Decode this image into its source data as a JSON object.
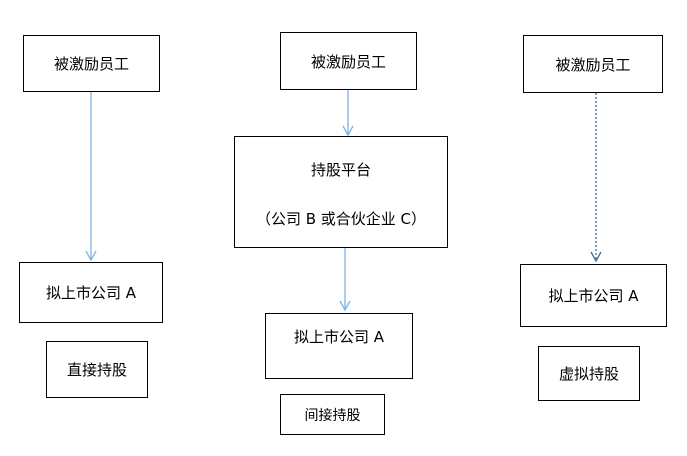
{
  "colors": {
    "box_border": "#000000",
    "arrow": "#7FB3E5",
    "dotted_arrow": "#3A6EA5"
  },
  "direct": {
    "employee": "被激励员工",
    "company": "拟上市公司 A",
    "label": "直接持股"
  },
  "indirect": {
    "employee": "被激励员工",
    "platform_title": "持股平台",
    "platform_subtitle": "（公司 B 或合伙企业 C）",
    "company": "拟上市公司 A",
    "label": "间接持股"
  },
  "virtual": {
    "employee": "被激励员工",
    "company": "拟上市公司 A",
    "label": "虚拟持股"
  }
}
